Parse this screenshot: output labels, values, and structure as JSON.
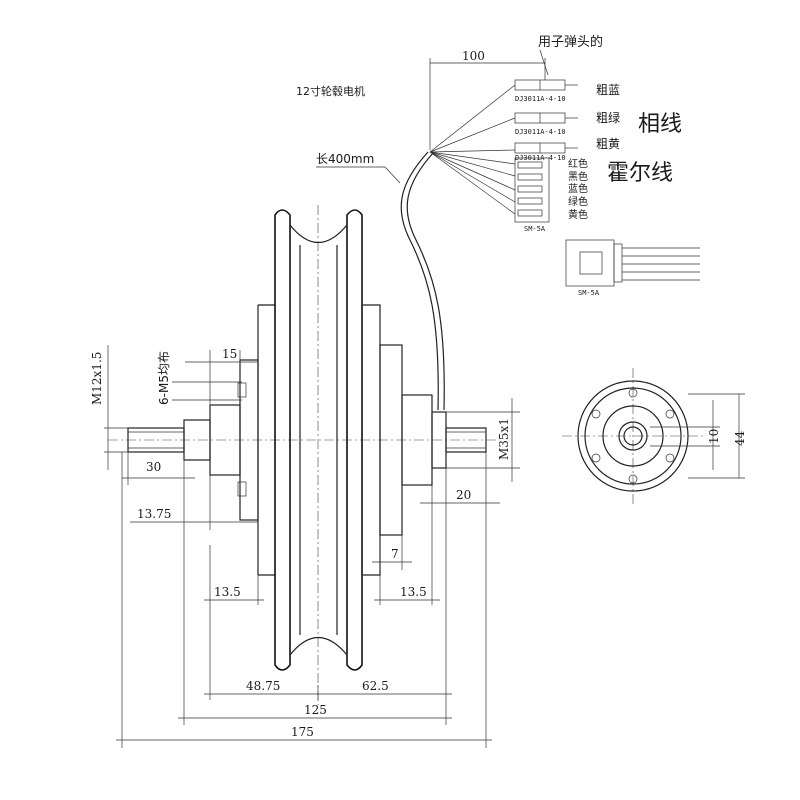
{
  "title": "12寸轮毂电机",
  "cable": {
    "length_label": "长400mm"
  },
  "connectors": {
    "bullet_note": "用子弹头的",
    "bullet_part": "DJ3011A-4-10",
    "hall_part": "SM-5A",
    "hall_part_detail": "SM-5A"
  },
  "phase": {
    "group_label": "相线",
    "wires": [
      "粗蓝",
      "粗绿",
      "粗黄"
    ]
  },
  "hall": {
    "group_label": "霍尔线",
    "wires": [
      "红色",
      "黑色",
      "蓝色",
      "绿色",
      "黄色"
    ]
  },
  "dimensions": {
    "lead_width": "100",
    "axle_thread": "M12x1.5",
    "bolt_pattern": "6-M5均布",
    "bolt_depth": "15",
    "axle_length": "30",
    "left_offset": "13.75",
    "right_axle": "20",
    "bearing_thread": "M35x1",
    "step": "7",
    "left_brake": "13.5",
    "right_brake": "13.5",
    "left_half": "48.75",
    "right_half": "62.5",
    "body_width": "125",
    "overall_width": "175",
    "flat_width": "10",
    "flange_dia": "44"
  }
}
